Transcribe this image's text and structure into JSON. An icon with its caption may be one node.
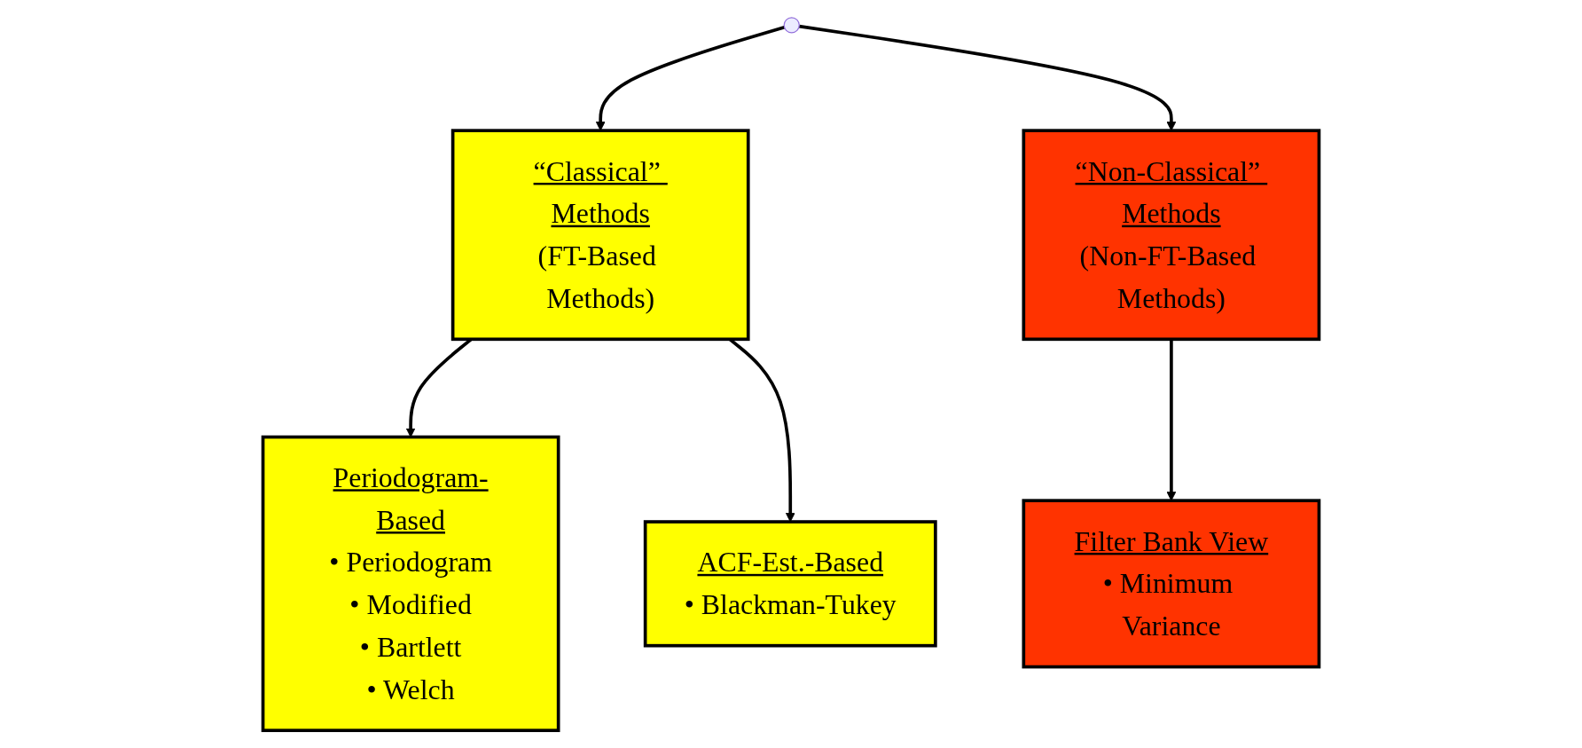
{
  "diagram": {
    "nodes": [
      {
        "text": [],
        "shape": "circle"
      },
      {
        "text": [
          "“Classical” Methods",
          "(FT-Based Methods)"
        ]
      },
      {
        "text": [
          "“Non-Classical” Methods",
          "(Non-FT-Based Methods)"
        ]
      },
      {
        "text": [
          "Periodogram-Based",
          "• Periodogram",
          "• Modified",
          "• Bartlett",
          "• Welch"
        ]
      },
      {
        "text": [
          "ACF-Est.-Based",
          "• Blackman-Tukey"
        ]
      },
      {
        "text": [
          "Filter Bank View",
          "• Minimum Variance"
        ]
      }
    ],
    "edges": [
      {
        "from": 0,
        "to": 1,
        "arrow": "to"
      },
      {
        "from": 0,
        "to": 2,
        "arrow": "to"
      },
      {
        "from": 1,
        "to": 3,
        "arrow": "to"
      },
      {
        "from": 1,
        "to": 4,
        "arrow": "to"
      },
      {
        "from": 2,
        "to": 5,
        "arrow": "to"
      }
    ]
  }
}
